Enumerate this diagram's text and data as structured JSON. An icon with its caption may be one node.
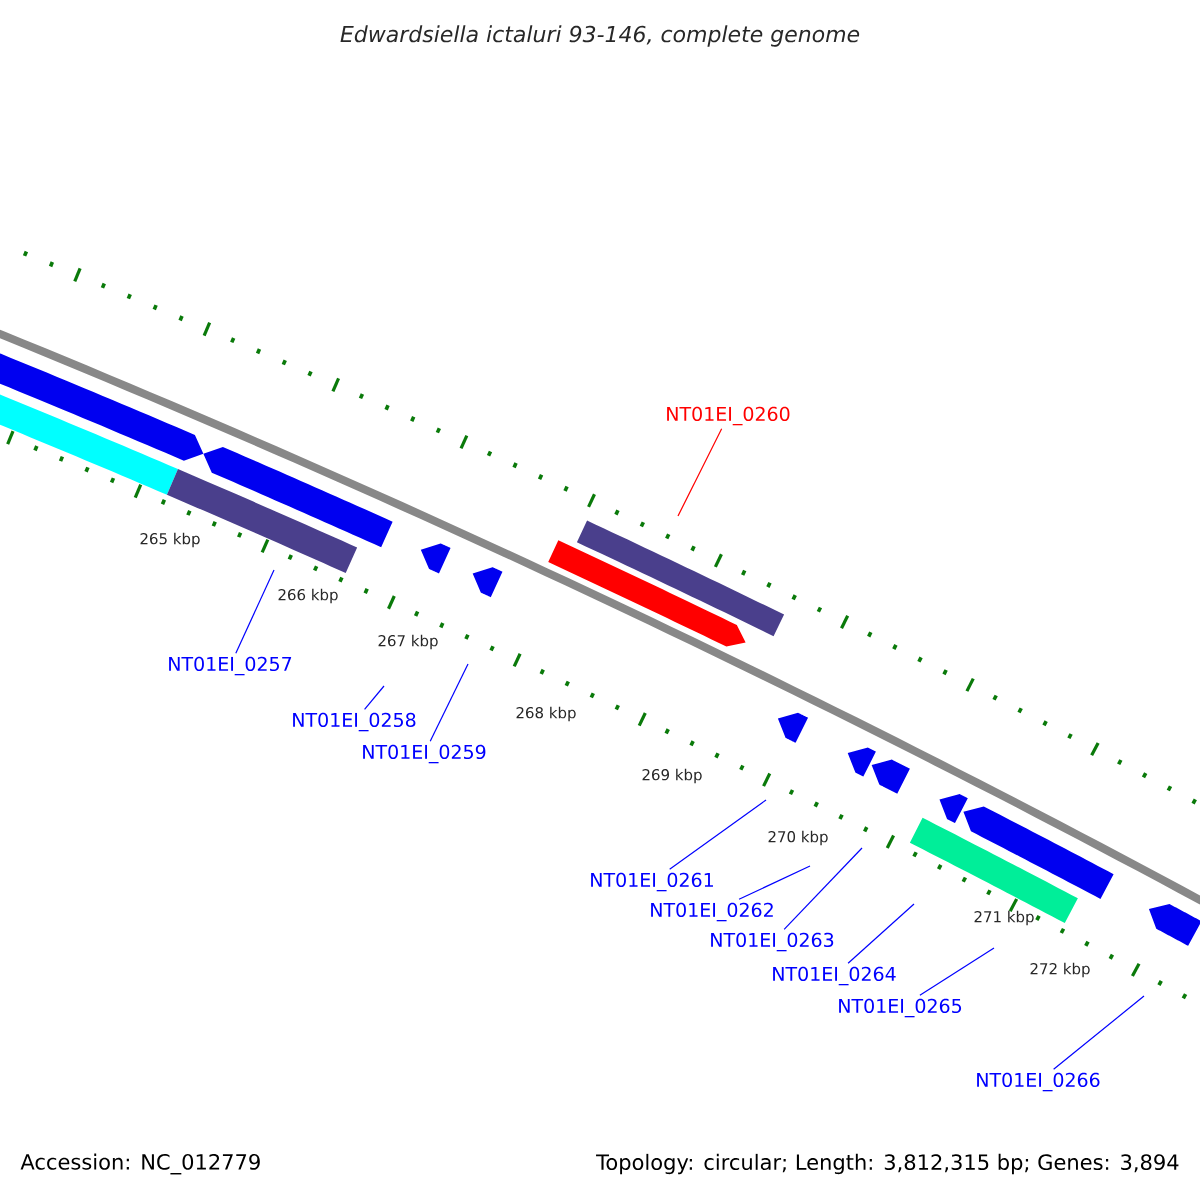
{
  "diagram": {
    "title": "Edwardsiella ictaluri 93-146, complete genome",
    "nodes": [
      {
        "text": [
          "NT01EI_0260"
        ]
      },
      {
        "text": [
          "NT01EI_0257"
        ]
      },
      {
        "text": [
          "NT01EI_0258"
        ]
      },
      {
        "text": [
          "NT01EI_0259"
        ]
      },
      {
        "text": [
          "NT01EI_0261"
        ]
      },
      {
        "text": [
          "NT01EI_0262"
        ]
      },
      {
        "text": [
          "NT01EI_0263"
        ]
      },
      {
        "text": [
          "NT01EI_0264"
        ]
      },
      {
        "text": [
          "NT01EI_0265"
        ]
      },
      {
        "text": [
          "NT01EI_0266"
        ]
      }
    ],
    "edges": [
      {
        "from": 0,
        "to": null,
        "arrow": "none",
        "color": "#ff0000"
      },
      {
        "from": 1,
        "to": null,
        "arrow": "none"
      },
      {
        "from": 2,
        "to": null,
        "arrow": "none"
      },
      {
        "from": 3,
        "to": null,
        "arrow": "none"
      },
      {
        "from": 4,
        "to": null,
        "arrow": "none"
      },
      {
        "from": 5,
        "to": null,
        "arrow": "none"
      },
      {
        "from": 6,
        "to": null,
        "arrow": "none"
      },
      {
        "from": 7,
        "to": null,
        "arrow": "none"
      },
      {
        "from": 8,
        "to": null,
        "arrow": "none"
      },
      {
        "from": 9,
        "to": null,
        "arrow": "none"
      }
    ],
    "labels": [
      "265 kbp",
      "266 kbp",
      "267 kbp",
      "268 kbp",
      "269 kbp",
      "270 kbp",
      "271 kbp",
      "272 kbp",
      "Accession: NC_012779",
      "Topology: circular; Length: 3,812,315 bp; Genes: 3,894"
    ]
  }
}
